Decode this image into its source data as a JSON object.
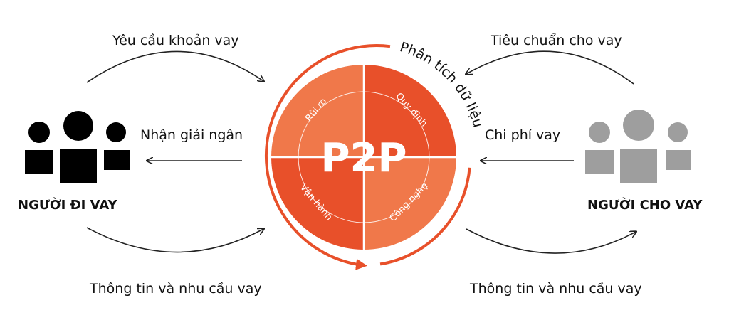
{
  "center": {
    "title": "P2P",
    "quadrants": [
      "Rủi ro",
      "Quy định",
      "Công nghệ",
      "Vận hành"
    ],
    "outer_label": "Phân tích dữ liệu"
  },
  "borrower": {
    "label": "NGƯỜI ĐI VAY",
    "icon": "people-group-icon",
    "color": "#000000"
  },
  "lender": {
    "label": "NGƯỜI CHO VAY",
    "icon": "people-group-icon",
    "color": "#9e9e9e"
  },
  "flows": {
    "borrower_top": "Yêu cầu khoản vay",
    "borrower_middle": "Nhận giải ngân",
    "borrower_bottom": "Thông tin và nhu cầu vay",
    "lender_top": "Tiêu chuẩn cho vay",
    "lender_middle": "Chi phí vay",
    "lender_bottom": "Thông tin và nhu cầu vay"
  },
  "colors": {
    "accent": "#e8502a",
    "accent_light": "#f0784a",
    "arrow": "#222222"
  }
}
